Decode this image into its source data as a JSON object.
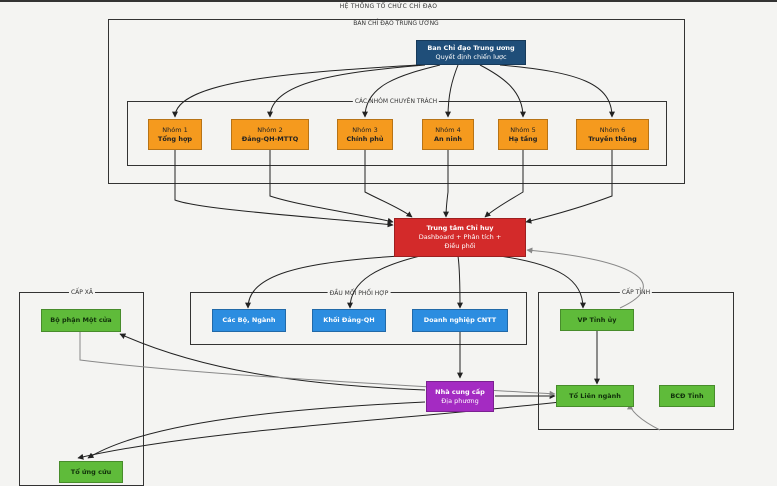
{
  "title": "HỆ THỐNG TỔ CHỨC CHỈ ĐẠO",
  "groups": {
    "central": "BAN CHỈ ĐẠO TRUNG ƯƠNG",
    "teams": "CÁC NHÓM CHUYÊN TRÁCH",
    "focal": "ĐẦU MỐI PHỐI HỢP",
    "commune": "CẤP XÃ",
    "province": "CẤP TỈNH"
  },
  "nodes": {
    "bcd": {
      "l1": "Ban Chỉ đạo Trung ương",
      "l2": "Quyết định chiến lược"
    },
    "n1": {
      "l1": "Nhóm 1",
      "l2": "Tổng hợp"
    },
    "n2": {
      "l1": "Nhóm 2",
      "l2": "Đảng-QH-MTTQ"
    },
    "n3": {
      "l1": "Nhóm 3",
      "l2": "Chính phủ"
    },
    "n4": {
      "l1": "Nhóm 4",
      "l2": "An ninh"
    },
    "n5": {
      "l1": "Nhóm 5",
      "l2": "Hạ tầng"
    },
    "n6": {
      "l1": "Nhóm 6",
      "l2": "Truyền thông"
    },
    "ttch": {
      "l1": "Trung tâm Chỉ huy",
      "l2": "Dashboard + Phân tích +",
      "l3": "Điều phối"
    },
    "cacbo": {
      "l1": "Các Bộ, Ngành"
    },
    "khoidang": {
      "l1": "Khối Đảng-QH"
    },
    "dncntt": {
      "l1": "Doanh nghiệp CNTT"
    },
    "bpmc": {
      "l1": "Bộ phận Một cửa"
    },
    "tuongcuu": {
      "l1": "Tổ ứng cứu"
    },
    "ncc": {
      "l1": "Nhà cung cấp",
      "l2": "Địa phương"
    },
    "vptu": {
      "l1": "VP Tỉnh ủy"
    },
    "tolienganh": {
      "l1": "Tổ Liên ngành"
    },
    "bcdtinh": {
      "l1": "BCĐ Tỉnh"
    }
  },
  "colors": {
    "orange": "#f59a1e",
    "navy": "#1f4e79",
    "red": "#d32a2a",
    "blue": "#2c8de0",
    "green": "#5fbb3a",
    "purple": "#a42bc2",
    "edge": "#222222",
    "edge_light": "#888888"
  }
}
